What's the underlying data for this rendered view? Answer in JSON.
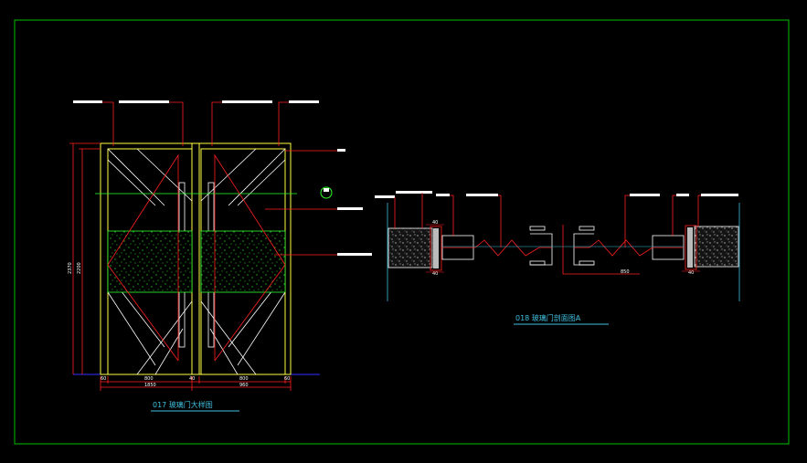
{
  "drawing": {
    "elevation_title": "017 玻璃门大样图",
    "section_title": "018 玻璃门剖面图A",
    "elevation_dims": {
      "total_height": "2370",
      "inner_height": "2200",
      "bottom_labels": [
        "60",
        "800",
        "40",
        "800",
        "60"
      ],
      "total_width": "1850",
      "total_width_right": "960"
    },
    "section_dims": {
      "top_left": "40",
      "bottom_left": "40",
      "bottom_right": "40",
      "gap": "850"
    }
  },
  "colors": {
    "background": "#000000",
    "frame": "#00c000",
    "line_white": "#ffffff",
    "line_red": "#ff2020",
    "line_yellow": "#ffff40",
    "line_green": "#30ff30",
    "line_cyan": "#40c0e0",
    "line_blue": "#3030ff"
  }
}
